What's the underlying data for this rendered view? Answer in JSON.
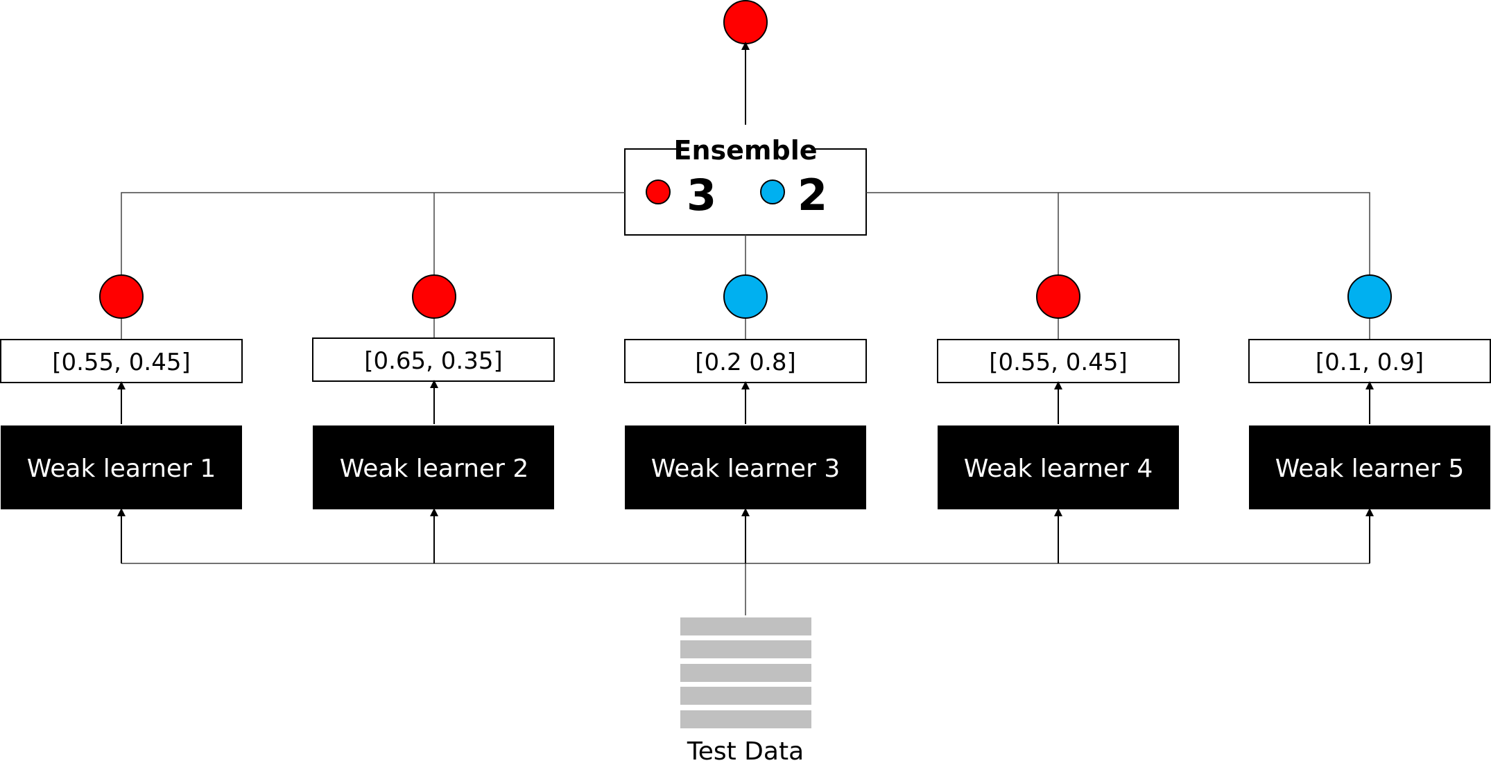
{
  "ensemble": {
    "title": "Ensemble",
    "votes": [
      {
        "class": "red",
        "count": "3"
      },
      {
        "class": "blue",
        "count": "2"
      }
    ],
    "output_class": "red"
  },
  "learners": [
    {
      "name": "Weak learner 1",
      "probabilities": "[0.55, 0.45]",
      "prediction": "red"
    },
    {
      "name": "Weak learner 2",
      "probabilities": "[0.65, 0.35]",
      "prediction": "red"
    },
    {
      "name": "Weak learner 3",
      "probabilities": "[0.2 0.8]",
      "prediction": "blue"
    },
    {
      "name": "Weak learner 4",
      "probabilities": "[0.55, 0.45]",
      "prediction": "red"
    },
    {
      "name": "Weak learner 5",
      "probabilities": "[0.1, 0.9]",
      "prediction": "blue"
    }
  ],
  "test_data": {
    "label": "Test Data",
    "rows": 5
  },
  "colors": {
    "red": "#ff0000",
    "blue": "#00b0f0",
    "learner_box": "#000000",
    "data_row": "#c0c0c0"
  }
}
